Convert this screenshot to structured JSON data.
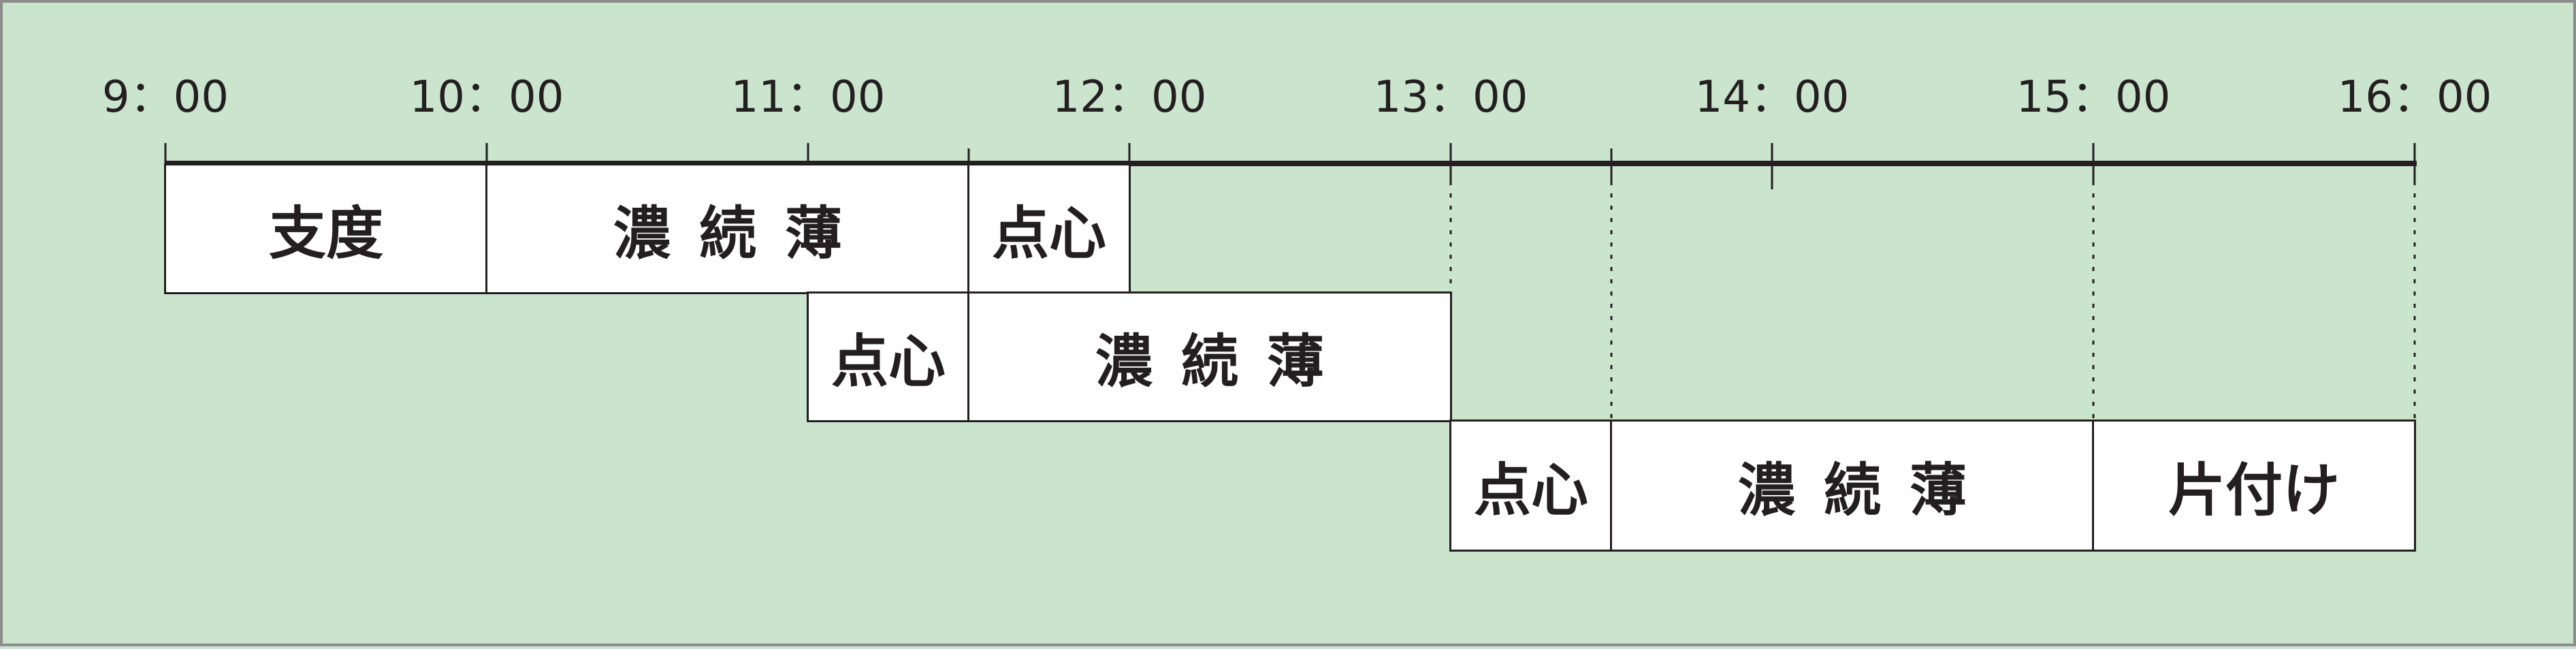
{
  "timeline": {
    "ticks": [
      "9：00",
      "10：00",
      "11：00",
      "12：00",
      "13：00",
      "14：00",
      "15：00",
      "16：00"
    ]
  },
  "rows": [
    {
      "blocks": [
        {
          "label": "支度",
          "start": "9:00",
          "end": "10:00"
        },
        {
          "label": "濃続薄",
          "start": "10:00",
          "end": "11:30"
        },
        {
          "label": "点心",
          "start": "11:30",
          "end": "12:00"
        }
      ]
    },
    {
      "blocks": [
        {
          "label": "点心",
          "start": "11:00",
          "end": "11:30"
        },
        {
          "label": "濃続薄",
          "start": "11:30",
          "end": "13:00"
        }
      ]
    },
    {
      "blocks": [
        {
          "label": "点心",
          "start": "13:00",
          "end": "13:30"
        },
        {
          "label": "濃続薄",
          "start": "13:30",
          "end": "15:00"
        },
        {
          "label": "片付け",
          "start": "15:00",
          "end": "16:00"
        }
      ]
    }
  ],
  "colors": {
    "background": "#cbe4cd",
    "border": "#8c8c8c",
    "line": "#231f20",
    "block_fill": "#ffffff"
  }
}
